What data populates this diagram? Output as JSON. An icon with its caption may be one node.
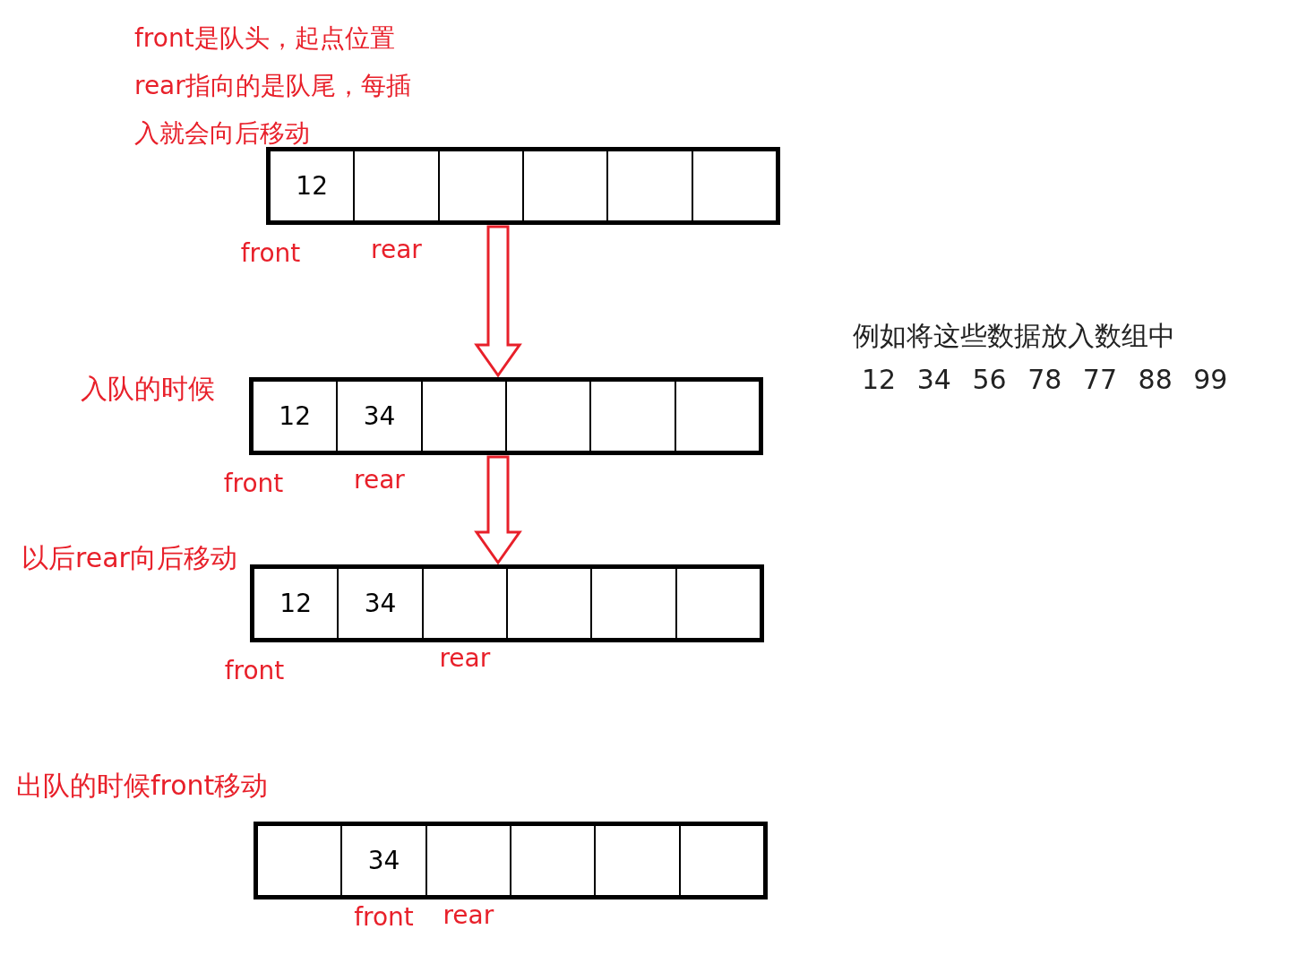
{
  "diagram": {
    "nodes": [
      {
        "text": [],
        "shape": "box"
      },
      {
        "text": [
          "12"
        ],
        "in": 0,
        "beside": [
          "front"
        ]
      },
      {
        "text": [],
        "shape": "box",
        "in": 0,
        "beside": [
          "rear"
        ]
      },
      {
        "text": [],
        "shape": "box",
        "in": 0
      },
      {
        "text": [],
        "shape": "box",
        "in": 0
      },
      {
        "text": [],
        "shape": "box",
        "in": 0
      },
      {
        "text": [],
        "shape": "box",
        "in": 0
      },
      {
        "text": [],
        "shape": "box"
      },
      {
        "text": [
          "12"
        ],
        "in": 7,
        "beside": [
          "front"
        ]
      },
      {
        "text": [
          "34"
        ],
        "in": 7,
        "beside": [
          "rear"
        ]
      },
      {
        "text": [],
        "shape": "box",
        "in": 7
      },
      {
        "text": [],
        "shape": "box",
        "in": 7
      },
      {
        "text": [],
        "shape": "box",
        "in": 7
      },
      {
        "text": [],
        "shape": "box",
        "in": 7
      },
      {
        "text": [],
        "shape": "box"
      },
      {
        "text": [
          "12"
        ],
        "in": 14,
        "beside": [
          "front"
        ]
      },
      {
        "text": [
          "34"
        ],
        "in": 14
      },
      {
        "text": [],
        "shape": "box",
        "in": 14,
        "beside": [
          "rear"
        ]
      },
      {
        "text": [],
        "shape": "box",
        "in": 14
      },
      {
        "text": [],
        "shape": "box",
        "in": 14
      },
      {
        "text": [],
        "shape": "box",
        "in": 14
      },
      {
        "text": [],
        "shape": "box"
      },
      {
        "text": [],
        "shape": "box",
        "in": 21
      },
      {
        "text": [
          "34"
        ],
        "in": 21,
        "beside": [
          "front"
        ]
      },
      {
        "text": [],
        "shape": "box",
        "in": 21,
        "beside": [
          "rear"
        ]
      },
      {
        "text": [],
        "shape": "box",
        "in": 21
      },
      {
        "text": [],
        "shape": "box",
        "in": 21
      },
      {
        "text": [],
        "shape": "box",
        "in": 21
      }
    ],
    "edges": [
      {
        "from": 0,
        "to": 7,
        "arrow": "to"
      },
      {
        "from": 7,
        "to": 14,
        "arrow": "to"
      }
    ],
    "labels": [
      "front是队头，起点位置rear指向的是队尾，每插入就会向后移动",
      "例如将这些数据放入数组中",
      "12 34 56 78 77 88 99",
      "入队的时候",
      "以后rear向后移动",
      "出队的时候front移动"
    ]
  }
}
